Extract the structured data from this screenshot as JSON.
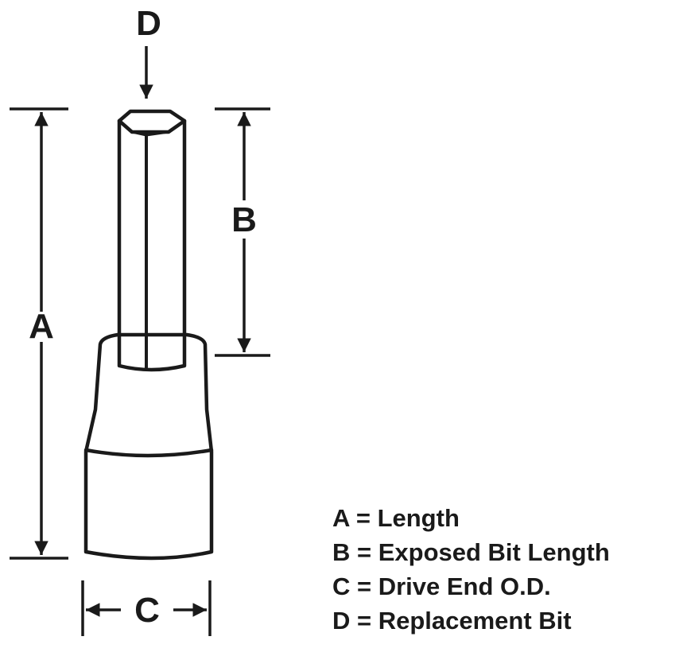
{
  "labels": {
    "a": "A",
    "b": "B",
    "c": "C",
    "d": "D"
  },
  "legend": [
    "A = Length",
    "B = Exposed Bit Length",
    "C = Drive End O.D.",
    "D = Replacement Bit"
  ],
  "colors": {
    "ink": "#1a1a1a",
    "background": "#ffffff"
  }
}
